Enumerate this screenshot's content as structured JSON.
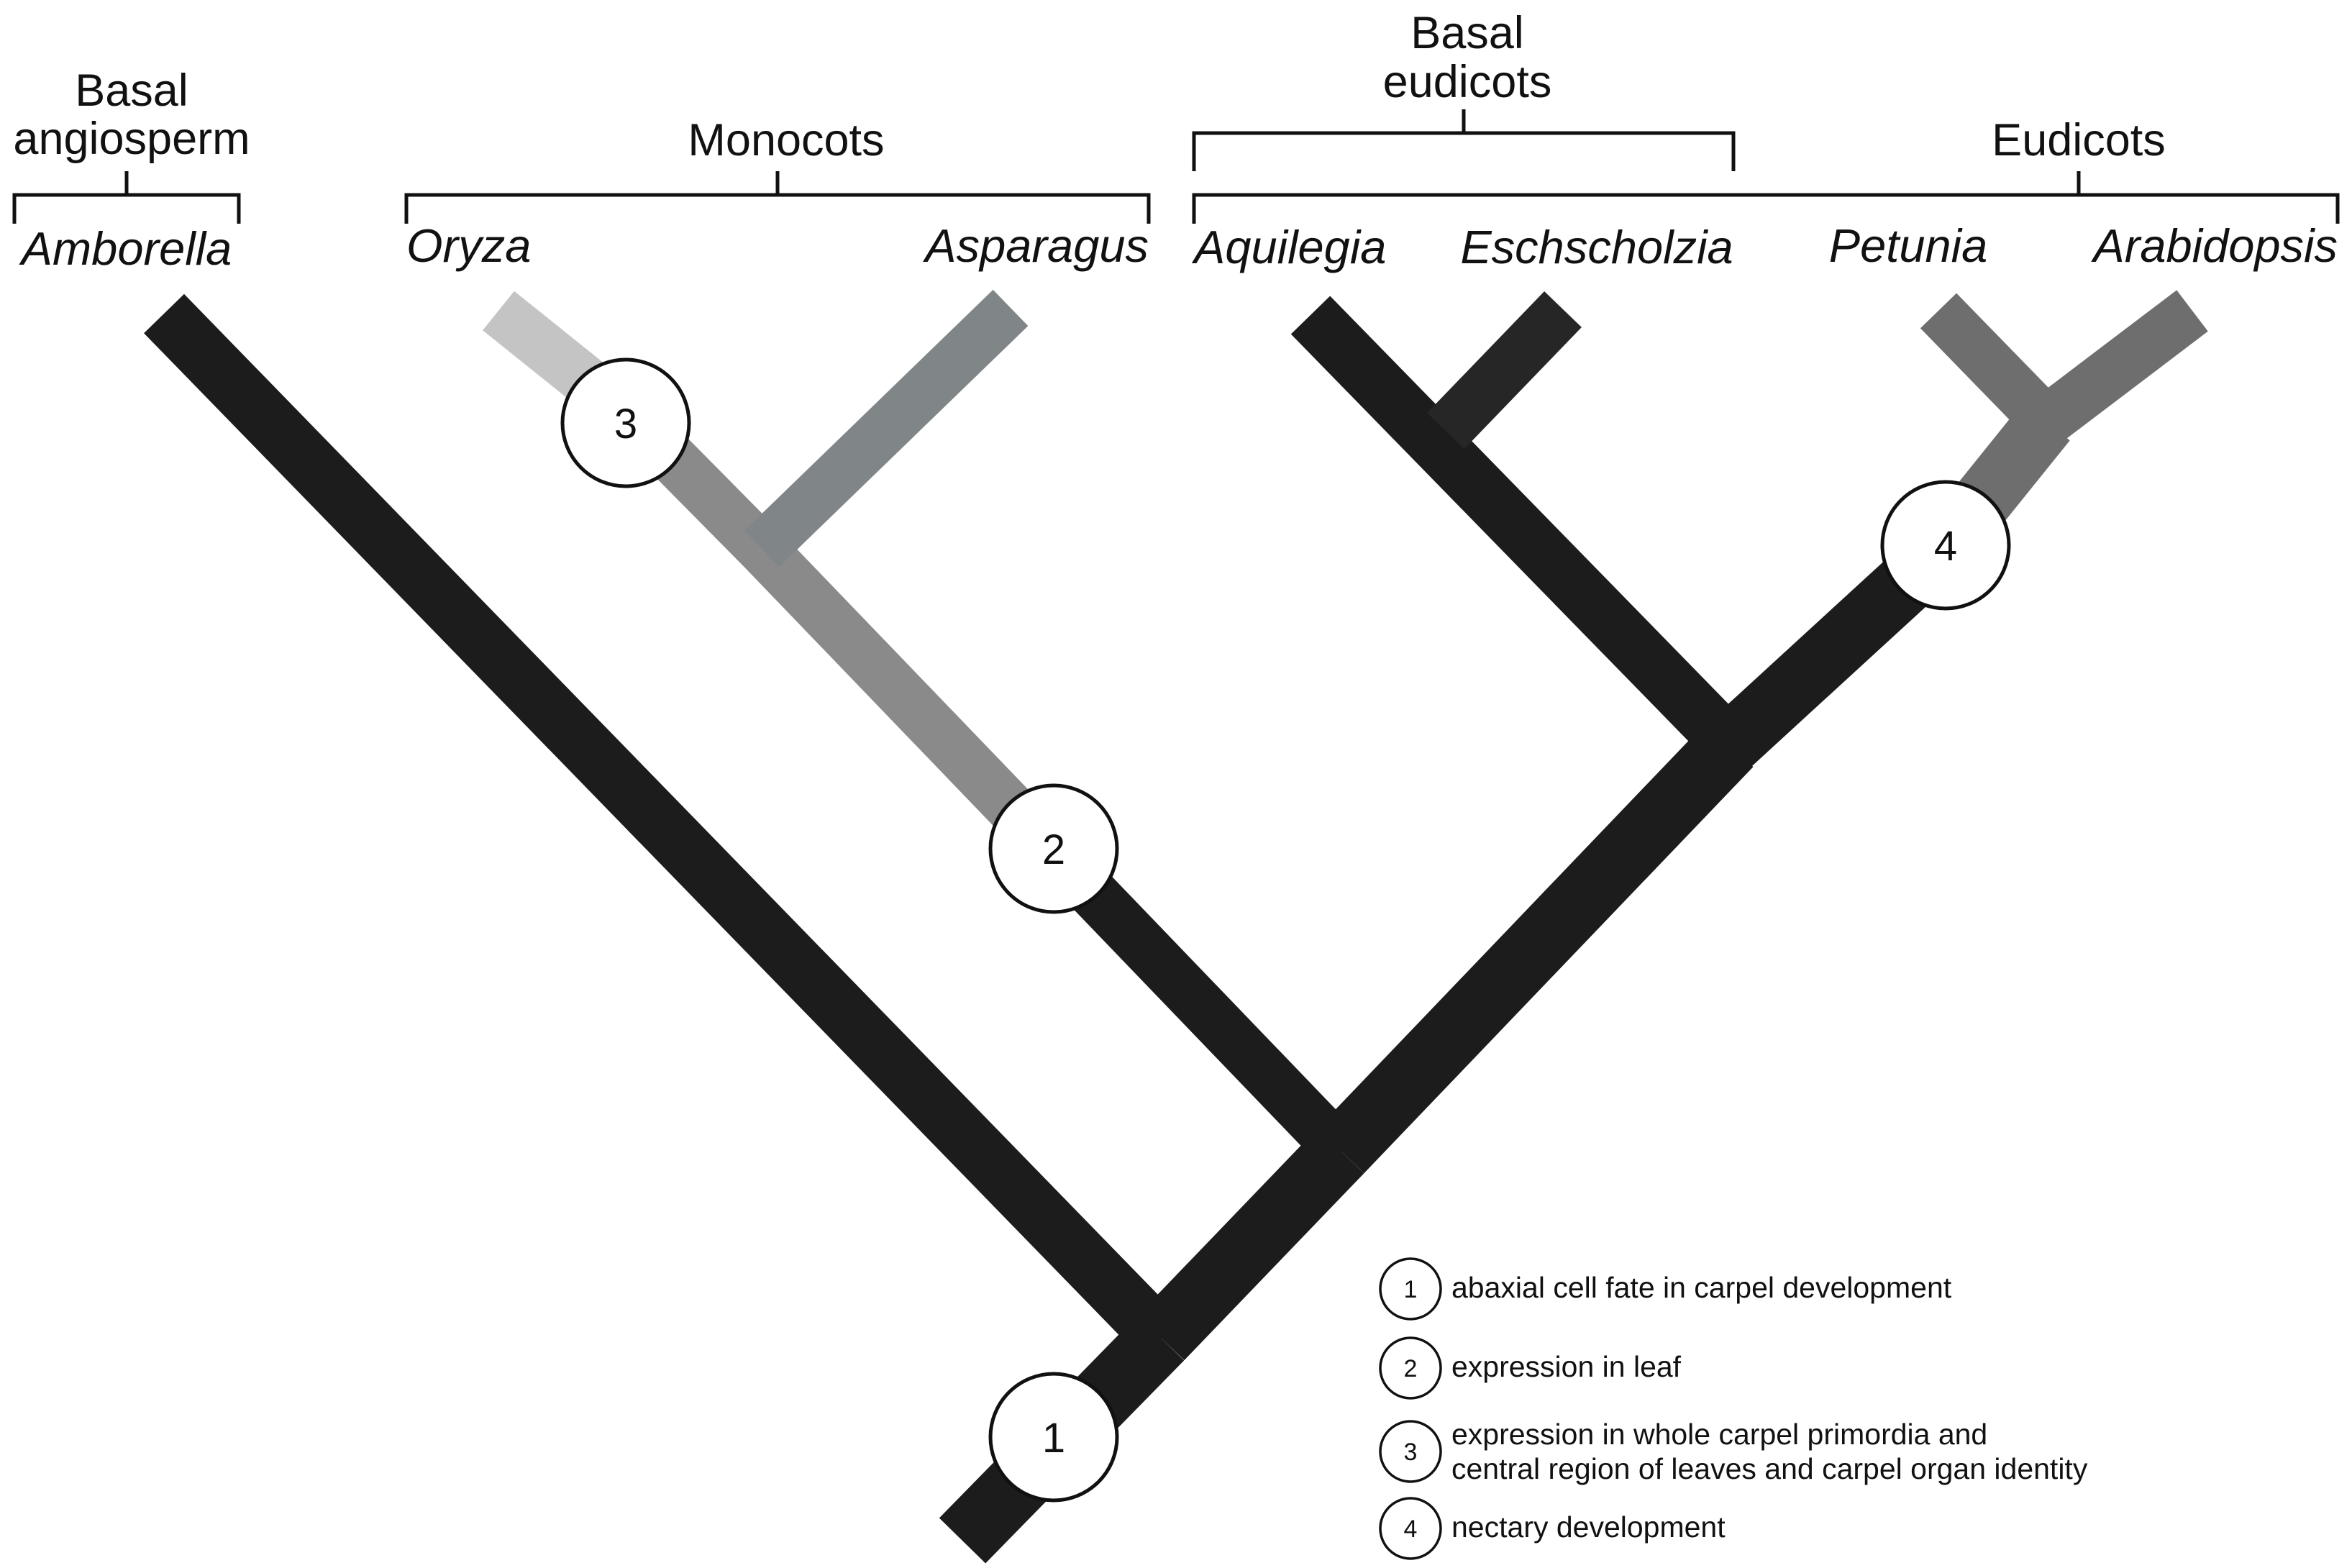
{
  "groups": [
    {
      "lines": [
        "Basal",
        "angiosperm"
      ]
    },
    {
      "lines": [
        "Monocots"
      ]
    },
    {
      "lines": [
        "Basal",
        "eudicots"
      ]
    },
    {
      "lines": [
        "Eudicots"
      ]
    }
  ],
  "taxa": [
    "Amborella",
    "Oryza",
    "Asparagus",
    "Aquilegia",
    "Eschscholzia",
    "Petunia",
    "Arabidopsis"
  ],
  "nodes": [
    "1",
    "2",
    "3",
    "4"
  ],
  "legend": [
    {
      "num": "1",
      "lines": [
        "abaxial cell fate in carpel development"
      ]
    },
    {
      "num": "2",
      "lines": [
        "expression in leaf"
      ]
    },
    {
      "num": "3",
      "lines": [
        "expression in whole carpel primordia and",
        "central region of leaves and carpel organ identity"
      ]
    },
    {
      "num": "4",
      "lines": [
        "nectary development"
      ]
    }
  ],
  "colors": {
    "ancestral": "#1c1c1c",
    "leaf_expression": "#8a8a8a",
    "oryza_tip": "#c4c4c4",
    "asparagus": "#808688",
    "eschscholzia": "#262626",
    "nectary": "#6e6e6e"
  }
}
